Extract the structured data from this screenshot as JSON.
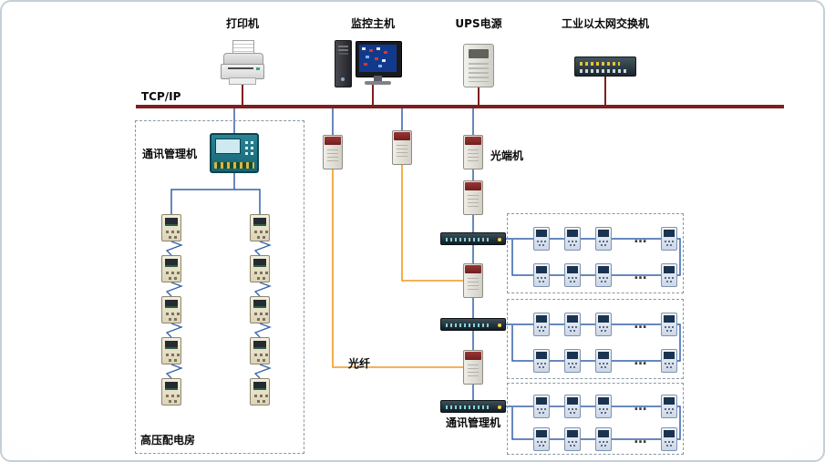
{
  "colors": {
    "tcp_bus": "#7e1f1f",
    "data_line": "#3560a8",
    "fiber_line": "#f0991e"
  },
  "top_devices": {
    "printer_label": "打印机",
    "host_label": "监控主机",
    "ups_label": "UPS电源",
    "eth_switch_label": "工业以太网交换机"
  },
  "bus": {
    "label": "TCP/IP"
  },
  "left_room": {
    "comm_manager_label": "通讯管理机",
    "room_label": "高压配电房"
  },
  "middle": {
    "optical_label": "光端机",
    "fiber_label": "光纤",
    "comm_manager_label": "通讯管理机"
  },
  "meter_rows": {
    "ellipsis": "…"
  }
}
